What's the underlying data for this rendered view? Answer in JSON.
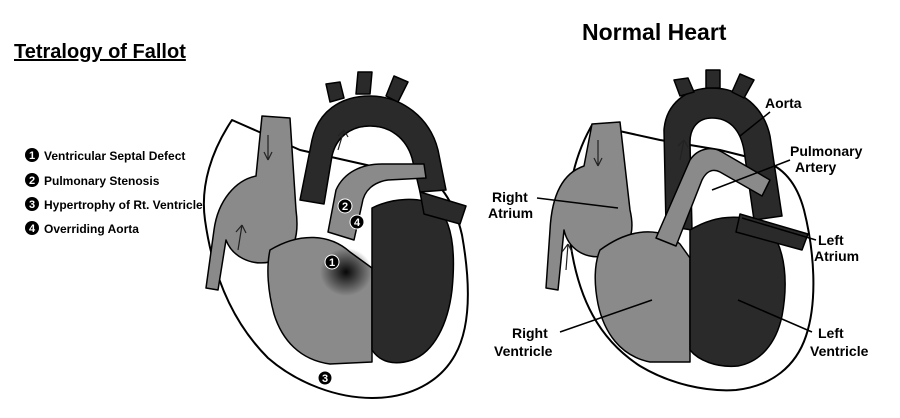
{
  "left_title": "Tetralogy of Fallot",
  "right_title": "Normal Heart",
  "legend": [
    {
      "num": "1",
      "text": "Ventricular Septal Defect"
    },
    {
      "num": "2",
      "text": "Pulmonary Stenosis"
    },
    {
      "num": "3",
      "text": "Hypertrophy of Rt. Ventricle"
    },
    {
      "num": "4",
      "text": "Overriding Aorta"
    }
  ],
  "labels": {
    "aorta": "Aorta",
    "pulmonary_artery": [
      "Pulmonary",
      "Artery"
    ],
    "right_atrium": [
      "Right",
      "Atrium"
    ],
    "left_atrium": [
      "Left",
      "Atrium"
    ],
    "right_ventricle": [
      "Right",
      "Ventricle"
    ],
    "left_ventricle": [
      "Left",
      "Ventricle"
    ]
  },
  "colors": {
    "oxygen_poor": "#8a8a8a",
    "oxygen_rich": "#2a2a2a",
    "outline": "#000000",
    "background": "#ffffff"
  }
}
